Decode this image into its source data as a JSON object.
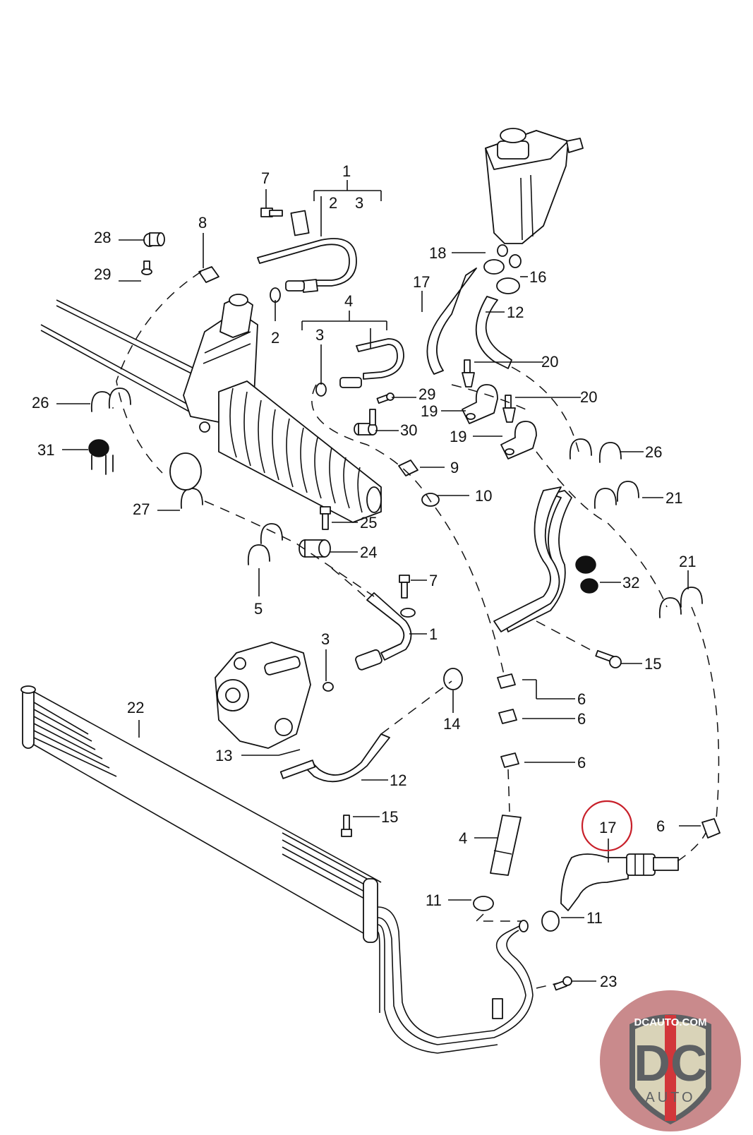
{
  "diagram": {
    "title": "Power steering hoses, reservoir, pump and cooler exploded parts diagram",
    "highlight_color": "#c8202a",
    "highlighted_part": "17",
    "labels": [
      {
        "id": "l1a",
        "text": "1"
      },
      {
        "id": "l1a_2",
        "text": "2"
      },
      {
        "id": "l1a_3",
        "text": "3"
      },
      {
        "id": "l7a",
        "text": "7"
      },
      {
        "id": "l8",
        "text": "8"
      },
      {
        "id": "l28",
        "text": "28"
      },
      {
        "id": "l29a",
        "text": "29"
      },
      {
        "id": "l2",
        "text": "2"
      },
      {
        "id": "l4a",
        "text": "4"
      },
      {
        "id": "l4a_3",
        "text": "3"
      },
      {
        "id": "l29b",
        "text": "29"
      },
      {
        "id": "l30",
        "text": "30"
      },
      {
        "id": "l26a",
        "text": "26"
      },
      {
        "id": "l31",
        "text": "31"
      },
      {
        "id": "l27",
        "text": "27"
      },
      {
        "id": "l25",
        "text": "25"
      },
      {
        "id": "l24",
        "text": "24"
      },
      {
        "id": "l5",
        "text": "5"
      },
      {
        "id": "l7b",
        "text": "7"
      },
      {
        "id": "l1b",
        "text": "1"
      },
      {
        "id": "l3",
        "text": "3"
      },
      {
        "id": "l22",
        "text": "22"
      },
      {
        "id": "l13",
        "text": "13"
      },
      {
        "id": "l12b",
        "text": "12"
      },
      {
        "id": "l15b",
        "text": "15"
      },
      {
        "id": "l14",
        "text": "14"
      },
      {
        "id": "l9",
        "text": "9"
      },
      {
        "id": "l10",
        "text": "10"
      },
      {
        "id": "l18",
        "text": "18"
      },
      {
        "id": "l16",
        "text": "16"
      },
      {
        "id": "l17a",
        "text": "17"
      },
      {
        "id": "l12a",
        "text": "12"
      },
      {
        "id": "l20a",
        "text": "20"
      },
      {
        "id": "l20b",
        "text": "20"
      },
      {
        "id": "l19a",
        "text": "19"
      },
      {
        "id": "l19b",
        "text": "19"
      },
      {
        "id": "l26b",
        "text": "26"
      },
      {
        "id": "l21a",
        "text": "21"
      },
      {
        "id": "l21b",
        "text": "21"
      },
      {
        "id": "l32",
        "text": "32"
      },
      {
        "id": "l15a",
        "text": "15"
      },
      {
        "id": "l6a",
        "text": "6"
      },
      {
        "id": "l6b",
        "text": "6"
      },
      {
        "id": "l6c",
        "text": "6"
      },
      {
        "id": "l6d",
        "text": "6"
      },
      {
        "id": "l4b",
        "text": "4"
      },
      {
        "id": "l17b",
        "text": "17"
      },
      {
        "id": "l11a",
        "text": "11"
      },
      {
        "id": "l11b",
        "text": "11"
      },
      {
        "id": "l23",
        "text": "23"
      }
    ]
  },
  "logo": {
    "site": "DCAUTO.COM",
    "mark": "DC",
    "sub": "AUTO",
    "colors": {
      "badge_bg": "#d9d3b8",
      "letters": "#5d6063",
      "stripe": "#d2363a",
      "circle": "#c98a8c"
    }
  }
}
